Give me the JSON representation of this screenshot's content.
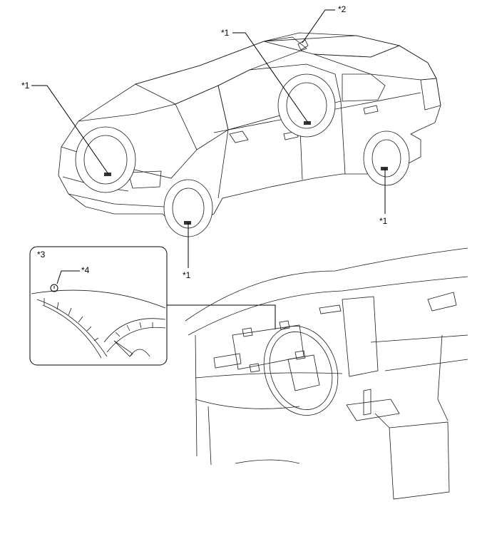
{
  "labels": {
    "callout_1": "*1",
    "callout_2": "*2",
    "callout_3": "*3",
    "callout_4": "*4"
  },
  "colors": {
    "line": "#000000",
    "background": "#ffffff"
  }
}
